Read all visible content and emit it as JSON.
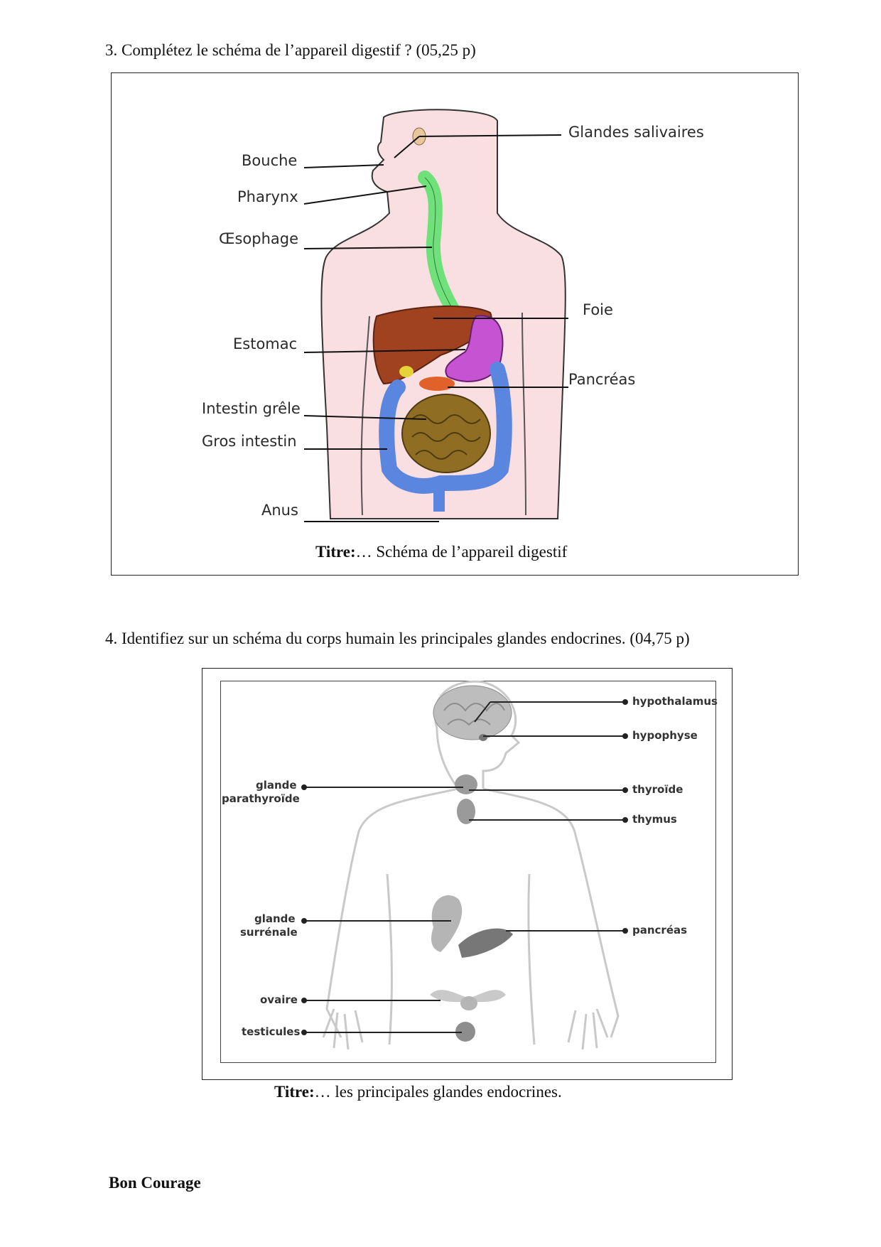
{
  "q3": {
    "text": "3. Complétez le schéma de l’appareil digestif ? (05,25 p)",
    "labels": {
      "salivaires": "Glandes salivaires",
      "bouche": "Bouche",
      "pharynx": "Pharynx",
      "oesophage": "Œsophage",
      "foie": "Foie",
      "estomac": "Estomac",
      "pancreas": "Pancréas",
      "grele": "Intestin grêle",
      "gros": "Gros intestin",
      "anus": "Anus"
    },
    "title_label": "Titre:",
    "title_text": "… Schéma de l’appareil digestif"
  },
  "q4": {
    "text": "4. Identifiez sur un schéma du corps humain les principales glandes endocrines.  (04,75 p)",
    "labels": {
      "hypothalamus": "hypothalamus",
      "hypophyse": "hypophyse",
      "parathyroide_1": "glande",
      "parathyroide_2": "parathyroïde",
      "thyroide": "thyroïde",
      "thymus": "thymus",
      "surrenale_1": "glande",
      "surrenale_2": "surrénale",
      "pancreas": "pancréas",
      "ovaire": "ovaire",
      "testicules": "testicules"
    },
    "title_label": "Titre:",
    "title_text": "… les principales glandes endocrines."
  },
  "footer": "Bon Courage",
  "colors": {
    "skin": "#f9dfe2",
    "liver": "#a0421f",
    "stomach": "#c553d2",
    "esophagus": "#6fe07a",
    "large_intestine": "#5a86e0",
    "small_intestine": "#8f6e24",
    "gland_grey": "#9a9a9a"
  }
}
